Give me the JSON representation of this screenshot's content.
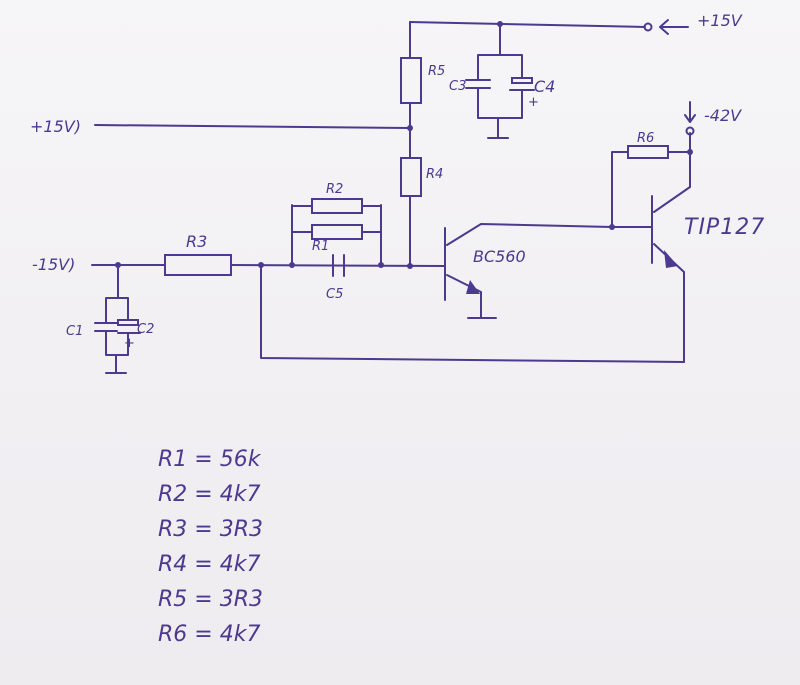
{
  "labels": {
    "supply_top": "+15V",
    "supply_left": "+15V)",
    "supply_neg_left": "-15V)",
    "supply_neg_right": "-42V",
    "r1": "R1",
    "r2": "R2",
    "r3": "R3",
    "r4": "R4",
    "r5": "R5",
    "r6": "R6",
    "c1": "C1",
    "c2": "C2",
    "c3": "C3",
    "c4": "C4",
    "c5": "C5",
    "q1": "BC560",
    "q2": "TIP127",
    "polarity": "+"
  },
  "values": [
    "R1 = 56k",
    "R2 = 4k7",
    "R3 = 3R3",
    "R4 = 4k7",
    "R5 = 3R3",
    "R6 = 4k7"
  ],
  "colors": {
    "ink": "#4b3a8e",
    "paper": "#f4f2f4"
  }
}
